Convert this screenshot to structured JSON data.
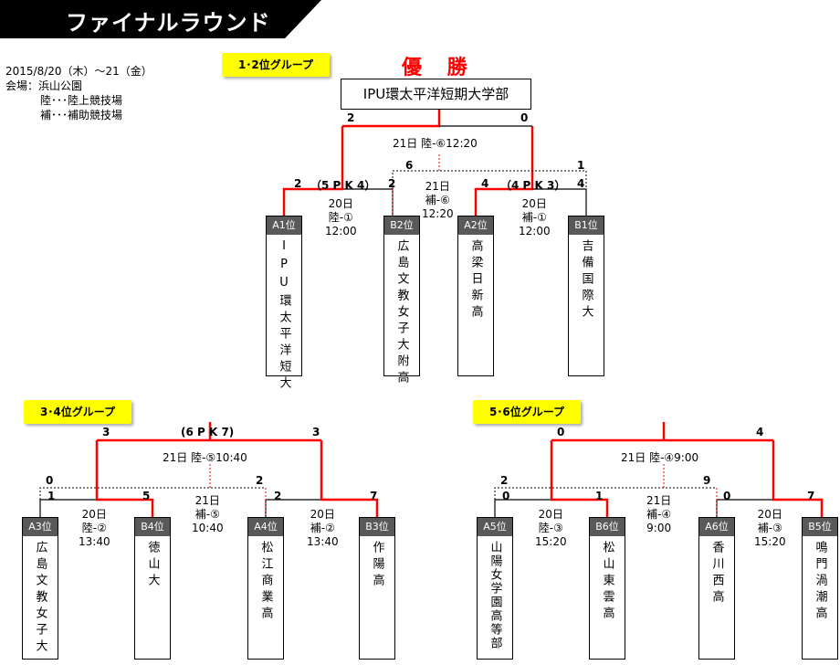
{
  "header": {
    "title": "ファイナルラウンド"
  },
  "info": {
    "dates": "2015/8/20（木）～21（金）",
    "venue": "会場：浜山公園",
    "venue_main": "陸･･･陸上競技場",
    "venue_sub": "補･･･補助競技場"
  },
  "colors": {
    "win": "#ff0000",
    "line": "#000000",
    "loss_dotted": "#ff0000",
    "label_bg": "#ffff00",
    "seed_bg": "#595959"
  },
  "group12": {
    "label": "1･2位グループ",
    "champion_label": "優 勝",
    "champion": "IPU環太平洋短期大学部",
    "final": {
      "score_left": "2",
      "score_right": "0",
      "match": "21日 陸-⑥12:20"
    },
    "third": {
      "score_left": "6",
      "score_right": "1",
      "match_day": "21日",
      "match_field": "補-⑥",
      "match_time": "12:20"
    },
    "semi_left": {
      "score_left": "2",
      "pk": "（5 P K 4）",
      "score_right": "2",
      "day": "20日",
      "field": "陸-①",
      "time": "12:00"
    },
    "semi_right": {
      "score_left": "4",
      "pk": "（4 P K 3）",
      "score_right": "4",
      "day": "20日",
      "field": "補-①",
      "time": "12:00"
    },
    "teams": [
      {
        "seed": "A1位",
        "name": "IPU環太平洋短大"
      },
      {
        "seed": "B2位",
        "name": "広島文教女子大附高"
      },
      {
        "seed": "A2位",
        "name": "高梁日新高"
      },
      {
        "seed": "B1位",
        "name": "吉備国際大"
      }
    ]
  },
  "group34": {
    "label": "3･4位グループ",
    "final": {
      "score_left": "3",
      "pk": "(6 P K 7)",
      "score_right": "3",
      "match": "21日 陸-⑤10:40"
    },
    "third": {
      "score_left": "0",
      "score_right": "2",
      "day": "21日",
      "field": "補-⑤",
      "time": "10:40"
    },
    "semi_left": {
      "score_left": "1",
      "score_right": "5",
      "day": "20日",
      "field": "陸-②",
      "time": "13:40"
    },
    "semi_right": {
      "score_left": "2",
      "score_right": "7",
      "day": "20日",
      "field": "補-②",
      "time": "13:40"
    },
    "teams": [
      {
        "seed": "A3位",
        "name": "広島文教女子大"
      },
      {
        "seed": "B4位",
        "name": "徳山大"
      },
      {
        "seed": "A4位",
        "name": "松江商業高"
      },
      {
        "seed": "B3位",
        "name": "作陽高"
      }
    ]
  },
  "group56": {
    "label": "5･6位グループ",
    "final": {
      "score_left": "0",
      "score_right": "4",
      "match": "21日 陸-④9:00"
    },
    "third": {
      "score_left": "2",
      "score_right": "9",
      "day": "21日",
      "field": "補-④",
      "time": "9:00"
    },
    "semi_left": {
      "score_left": "0",
      "score_right": "1",
      "day": "20日",
      "field": "陸-③",
      "time": "15:20"
    },
    "semi_right": {
      "score_left": "0",
      "score_right": "7",
      "day": "20日",
      "field": "補-③",
      "time": "15:20"
    },
    "teams": [
      {
        "seed": "A5位",
        "name": "山陽女学園高等部"
      },
      {
        "seed": "B6位",
        "name": "松山東雲高"
      },
      {
        "seed": "A6位",
        "name": "香川西高"
      },
      {
        "seed": "B5位",
        "name": "鳴門渦潮高"
      }
    ]
  }
}
